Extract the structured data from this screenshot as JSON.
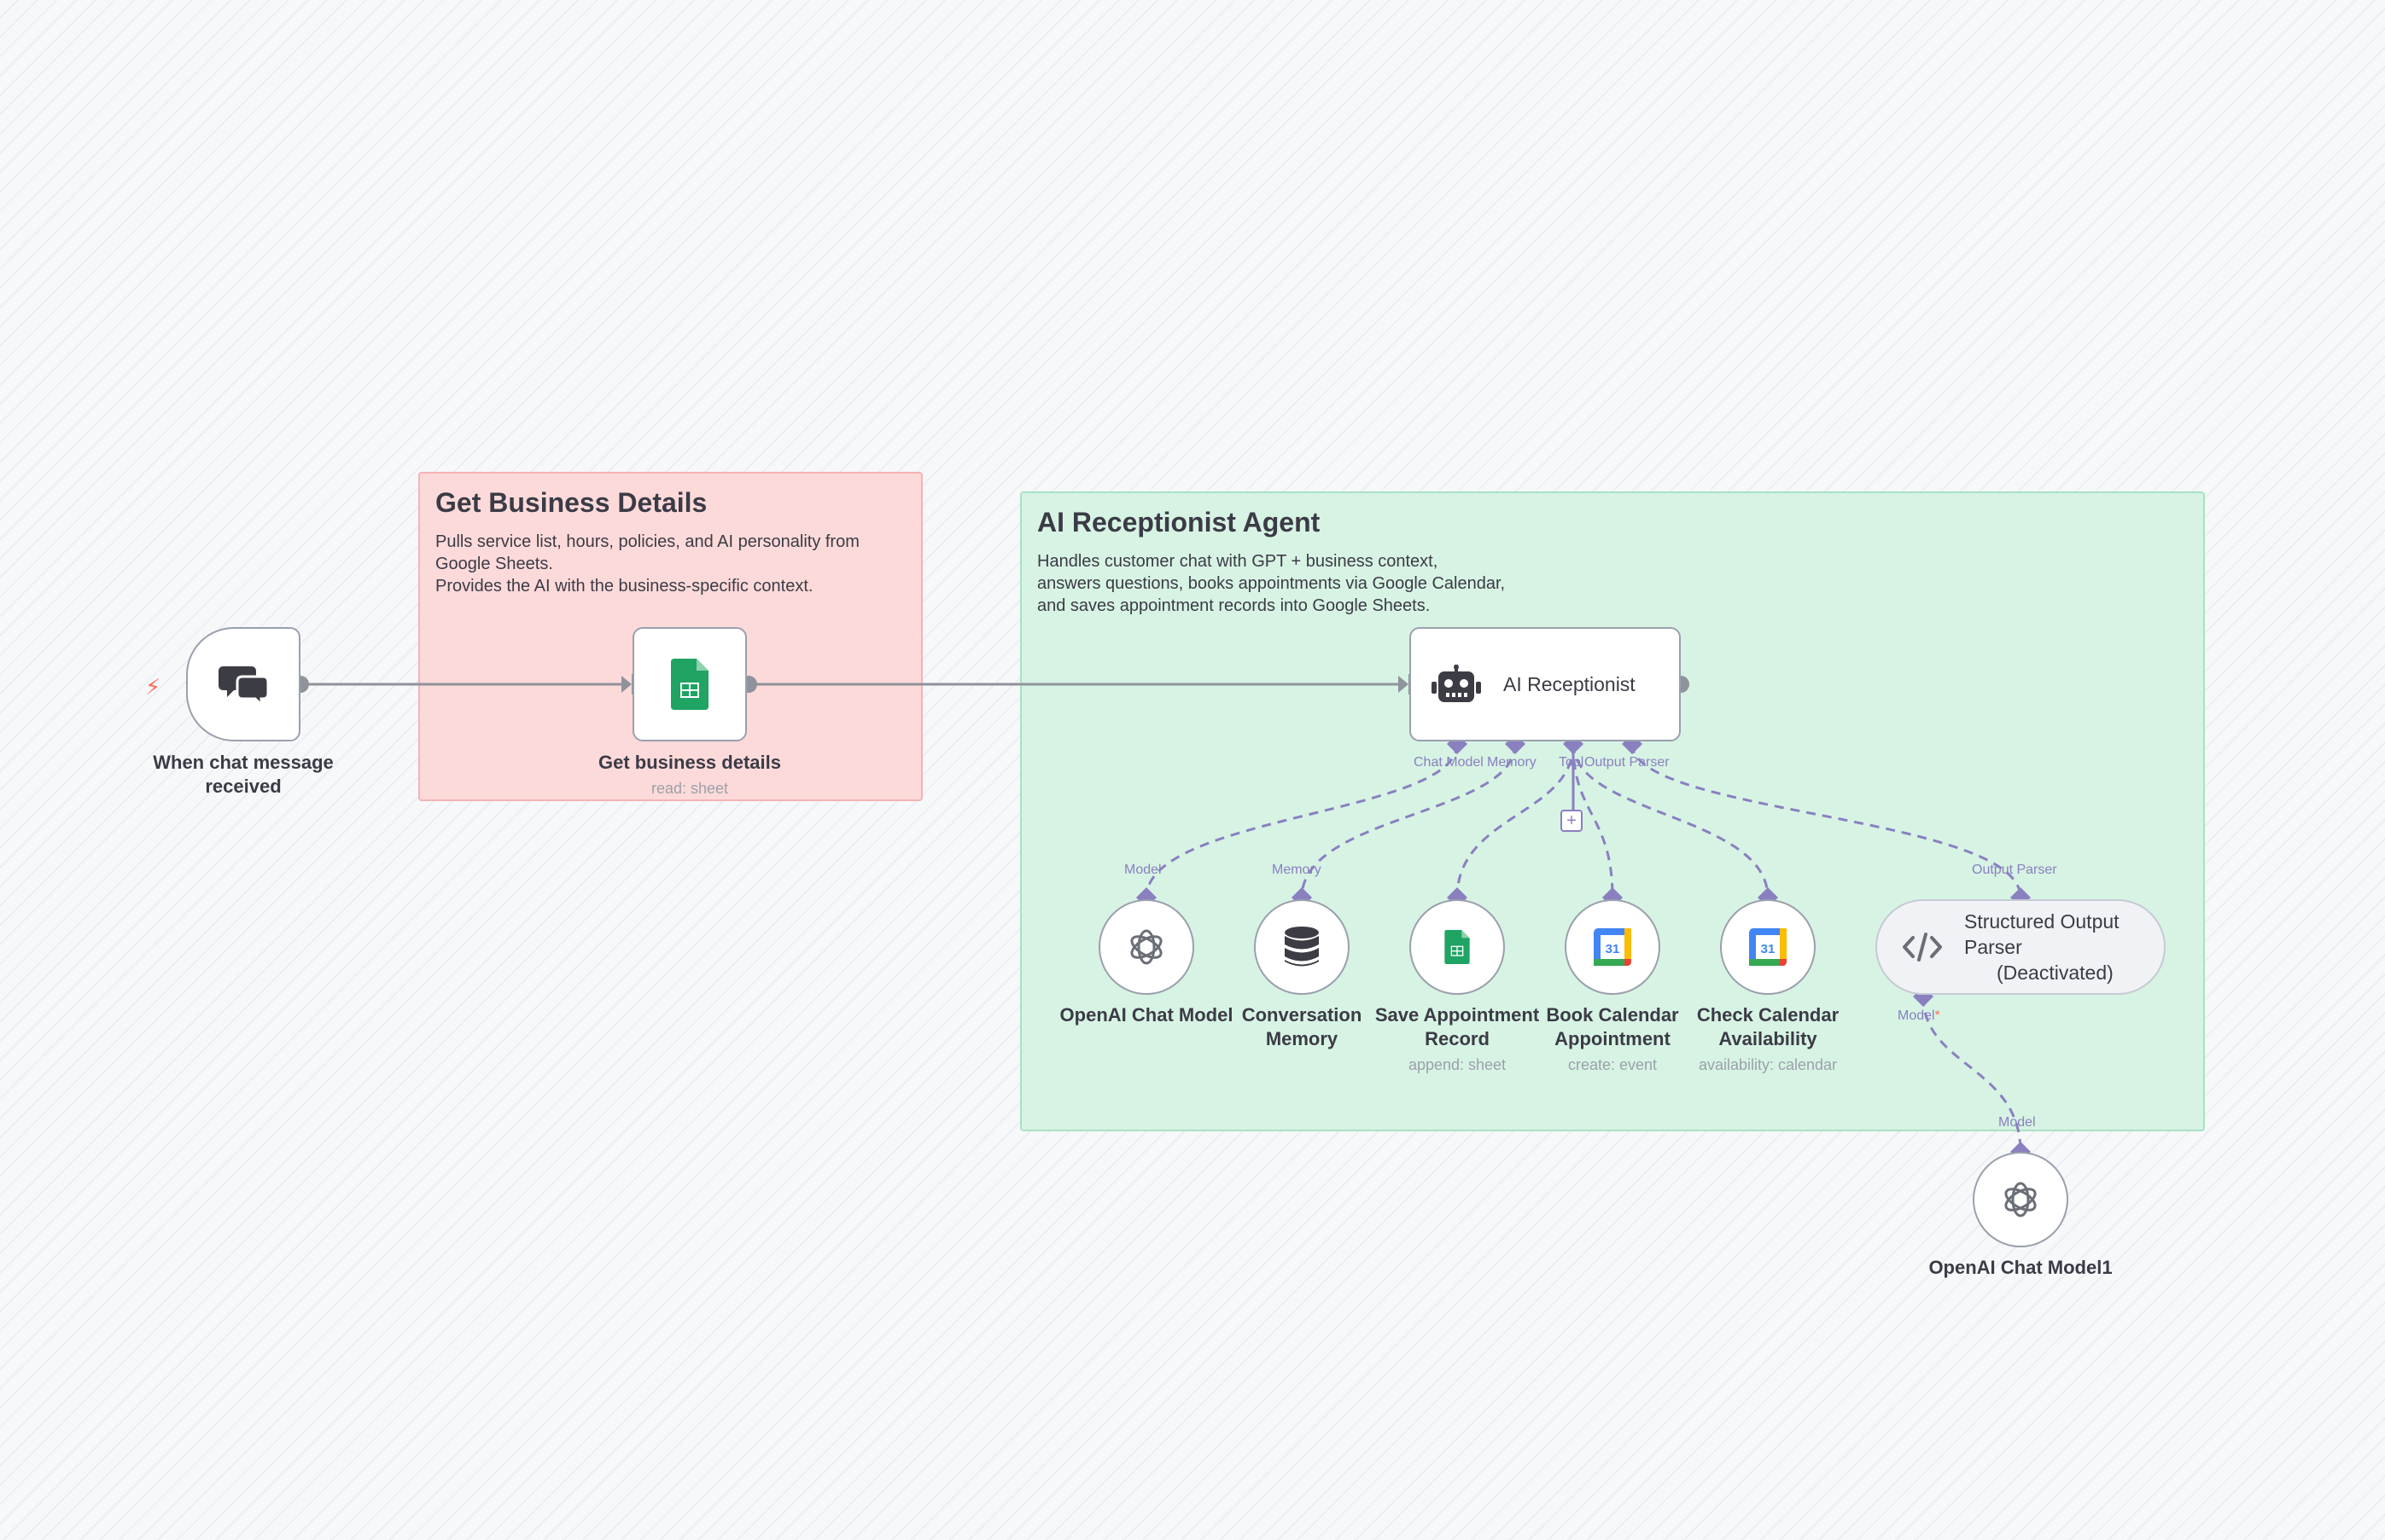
{
  "stickies": {
    "business": {
      "title": "Get Business Details",
      "body": "Pulls service list, hours, policies, and AI personality from\nGoogle Sheets.\nProvides the AI with the business-specific context."
    },
    "agent": {
      "title": "AI Receptionist Agent",
      "body": "Handles customer chat with GPT + business context,\nanswers questions, books appointments via Google Calendar,\nand saves appointment records into Google Sheets."
    }
  },
  "nodes": {
    "trigger": {
      "label": "When chat message\nreceived",
      "icon": "chat-bubbles-icon"
    },
    "get_details": {
      "label": "Get business details",
      "subtitle": "read: sheet",
      "icon": "google-sheets-icon"
    },
    "agent": {
      "label": "AI Receptionist",
      "icon": "robot-icon"
    },
    "chat_model": {
      "label": "OpenAI Chat Model",
      "icon": "openai-icon"
    },
    "memory": {
      "label": "Conversation\nMemory",
      "icon": "database-icon"
    },
    "save_record": {
      "label": "Save Appointment\nRecord",
      "subtitle": "append: sheet",
      "icon": "google-sheets-icon"
    },
    "book_calendar": {
      "label": "Book Calendar\nAppointment",
      "subtitle": "create: event",
      "icon": "google-calendar-icon"
    },
    "check_calendar": {
      "label": "Check Calendar\nAvailability",
      "subtitle": "availability: calendar",
      "icon": "google-calendar-icon"
    },
    "parser": {
      "label": "Structured Output\nParser",
      "status": "(Deactivated)",
      "icon": "code-icon"
    },
    "chat_model1": {
      "label": "OpenAI Chat Model1",
      "icon": "openai-icon"
    }
  },
  "ports": {
    "agent_chat_model": "Chat Model",
    "agent_memory": "Memory",
    "agent_tool": "Tool",
    "agent_output_parser": "Output Parser",
    "model": "Model",
    "memory": "Memory",
    "output_parser": "Output Parser",
    "parser_model": "Model",
    "parser_model_required": "*",
    "model1": "Model"
  },
  "calendar_day": "31",
  "colors": {
    "accent": "#8a80c0",
    "trigger_bolt": "#ff6d5a",
    "sheets": "#1fa463",
    "sticky_red": "#fddada",
    "sticky_green": "#d7f3e4"
  }
}
